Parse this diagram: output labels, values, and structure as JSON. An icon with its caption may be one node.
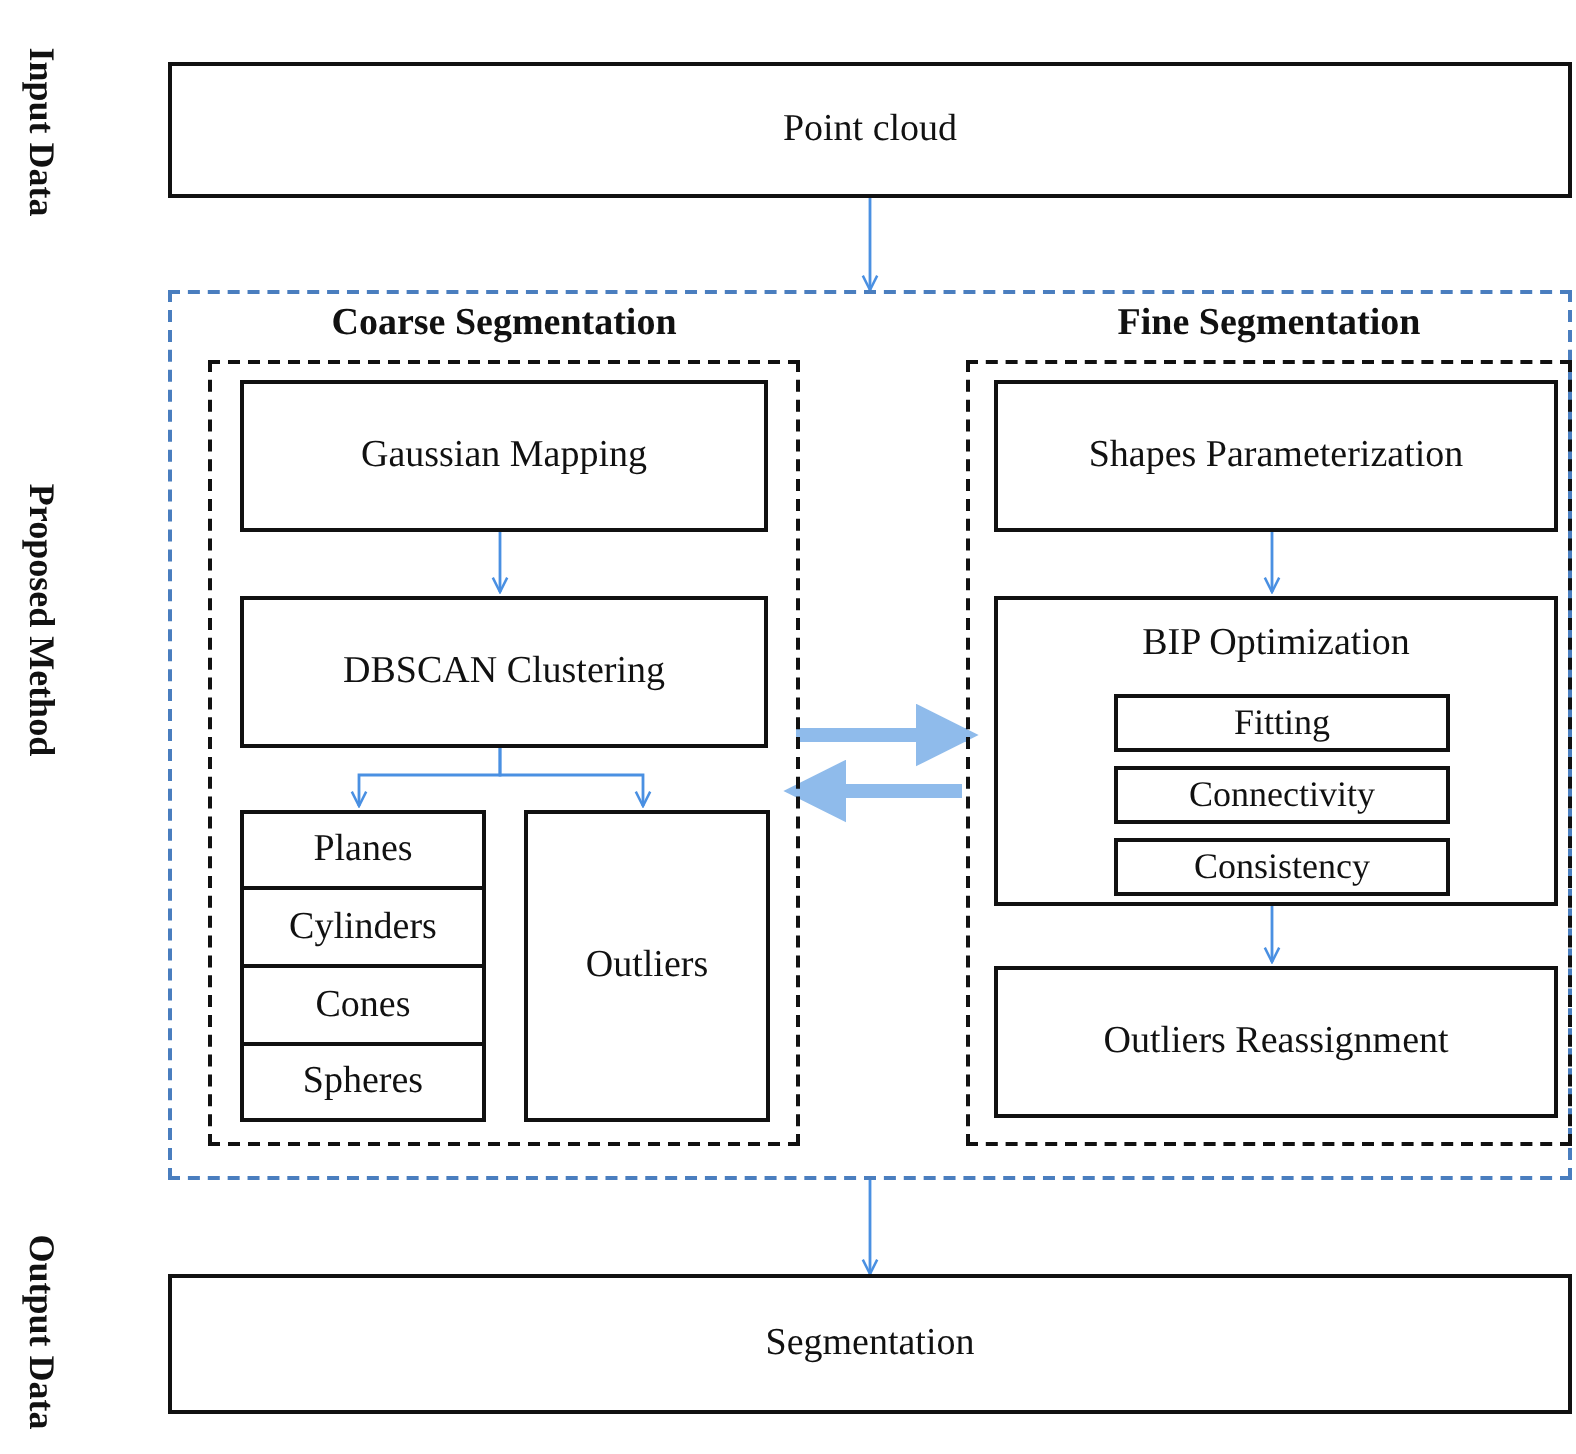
{
  "diagram": {
    "nodes": [
      {
        "text": [
          "Point cloud"
        ]
      },
      {
        "text": [],
        "shape": "box"
      },
      {
        "text": [
          "Coarse Segmentation"
        ],
        "in": 1
      },
      {
        "text": [
          "Gaussian Mapping"
        ],
        "in": 2
      },
      {
        "text": [
          "DBSCAN Clustering"
        ],
        "in": 2
      },
      {
        "text": [
          "Planes"
        ],
        "in": 2
      },
      {
        "text": [
          "Cylinders"
        ],
        "in": 2
      },
      {
        "text": [
          "Cones"
        ],
        "in": 2
      },
      {
        "text": [
          "Spheres"
        ],
        "in": 2
      },
      {
        "text": [
          "Outliers"
        ],
        "in": 2
      },
      {
        "text": [
          "Fine Segmentation"
        ],
        "in": 1
      },
      {
        "text": [
          "Shapes Parameterization"
        ],
        "in": 10
      },
      {
        "text": [
          "BIP Optimization"
        ],
        "in": 10
      },
      {
        "text": [
          "Fitting"
        ],
        "in": 12
      },
      {
        "text": [
          "Connectivity"
        ],
        "in": 12
      },
      {
        "text": [
          "Consistency"
        ],
        "in": 12
      },
      {
        "text": [
          "Outliers Reassignment"
        ],
        "in": 10
      },
      {
        "text": [
          "Segmentation"
        ]
      }
    ],
    "edges": [
      {
        "from": 0,
        "to": 1,
        "arrow": "to"
      },
      {
        "from": 3,
        "to": 4,
        "arrow": "to"
      },
      {
        "from": 4,
        "to": 5,
        "arrow": "to"
      },
      {
        "from": 4,
        "to": 9,
        "arrow": "to"
      },
      {
        "from": 2,
        "to": 10,
        "arrow": "to",
        "style": "thick",
        "color": "#8fbbeb"
      },
      {
        "from": 10,
        "to": 2,
        "arrow": "to",
        "style": "thick",
        "color": "#8fbbeb"
      },
      {
        "from": 11,
        "to": 12,
        "arrow": "to"
      },
      {
        "from": 12,
        "to": 16,
        "arrow": "to"
      },
      {
        "from": 1,
        "to": 17,
        "arrow": "to"
      }
    ],
    "labels": [
      "Input Data",
      "Proposed Method",
      "Output Data"
    ]
  }
}
